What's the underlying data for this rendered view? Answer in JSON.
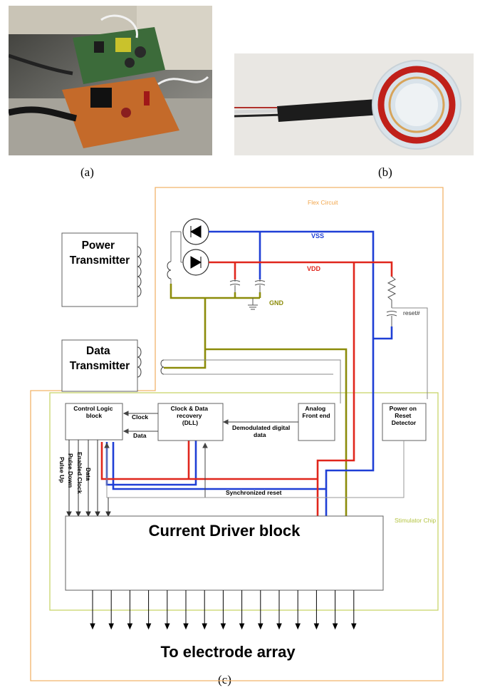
{
  "captions": {
    "a": "(a)",
    "b": "(b)",
    "c": "(c)"
  },
  "photos": {
    "a": "photograph of circuit boards on a lab bench",
    "b": "photograph of an encapsulated circular coil with a cable"
  },
  "diagram": {
    "boxes": {
      "power_transmitter": "Power\nTransmitter",
      "data_transmitter": "Data\nTransmitter",
      "control_logic": "Control Logic\nblock",
      "clock_data_recovery": "Clock & Data\nrecovery\n(DLL)",
      "analog_front_end": "Analog\nFront end",
      "power_on_reset": "Power on\nReset\nDetector",
      "current_driver": "Current Driver block"
    },
    "region_labels": {
      "flex_circuit": "Flex Circuit",
      "stimulator_chip": "Stimulator Chip"
    },
    "net_labels": {
      "vss": "VSS",
      "vdd": "VDD",
      "gnd": "GND",
      "reset": "reset#"
    },
    "signal_labels": {
      "clock": "Clock",
      "data": "Data",
      "demodulated": "Demodulated digital\ndata",
      "synchronized_reset": "Synchronized reset"
    },
    "control_signals": [
      "Pulse Up",
      "Pulse Down",
      "Enabled Clock",
      "Data"
    ],
    "output_label": "To electrode array",
    "colors": {
      "vss": "#1f3fd6",
      "vdd": "#e0261c",
      "gnd": "#8c8c0a",
      "flex_border": "#f2b36b",
      "chip_border": "#c9d66b",
      "signal": "#7a7a7a",
      "box_border": "#606060"
    }
  }
}
